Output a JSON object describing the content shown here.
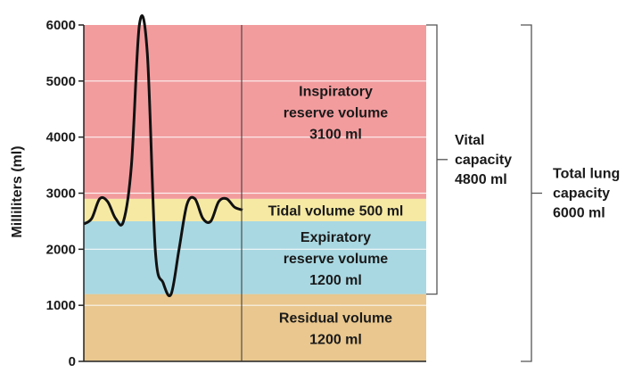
{
  "chart_data": {
    "type": "area",
    "ylabel": "Milliliters (ml)",
    "ylim": [
      0,
      6000
    ],
    "yticks": [
      "0",
      "1000",
      "2000",
      "3000",
      "4000",
      "5000",
      "6000"
    ],
    "grid": true,
    "regions": [
      {
        "name": "residual",
        "from": 0,
        "to": 1200,
        "color": "#E9C78E",
        "lines": [
          "Residual volume",
          "1200 ml"
        ]
      },
      {
        "name": "expiratory",
        "from": 1200,
        "to": 2500,
        "color": "#A9D8E2",
        "lines": [
          "Expiratory",
          "reserve volume",
          "1200 ml"
        ]
      },
      {
        "name": "tidal",
        "from": 2500,
        "to": 2900,
        "color": "#F6E9A3",
        "lines": [
          "Tidal volume 500 ml"
        ]
      },
      {
        "name": "inspiratory",
        "from": 2900,
        "to": 6000,
        "color": "#F29C9E",
        "lines": [
          "Inspiratory",
          "reserve volume",
          "3100 ml"
        ]
      }
    ],
    "trace": [
      [
        0,
        2450
      ],
      [
        0.05,
        2550
      ],
      [
        0.1,
        2900
      ],
      [
        0.15,
        2850
      ],
      [
        0.2,
        2550
      ],
      [
        0.25,
        2500
      ],
      [
        0.3,
        3500
      ],
      [
        0.35,
        6000
      ],
      [
        0.4,
        5500
      ],
      [
        0.45,
        2000
      ],
      [
        0.5,
        1400
      ],
      [
        0.55,
        1200
      ],
      [
        0.6,
        2000
      ],
      [
        0.65,
        2800
      ],
      [
        0.7,
        2900
      ],
      [
        0.75,
        2550
      ],
      [
        0.8,
        2500
      ],
      [
        0.85,
        2850
      ],
      [
        0.9,
        2900
      ],
      [
        0.95,
        2750
      ],
      [
        1.0,
        2700
      ]
    ],
    "brackets": [
      {
        "name": "vital",
        "from": 1200,
        "to": 6000,
        "lines": [
          "Vital",
          "capacity",
          "4800 ml"
        ]
      },
      {
        "name": "total",
        "from": 0,
        "to": 6000,
        "lines": [
          "Total lung",
          "capacity",
          "6000 ml"
        ]
      }
    ]
  }
}
